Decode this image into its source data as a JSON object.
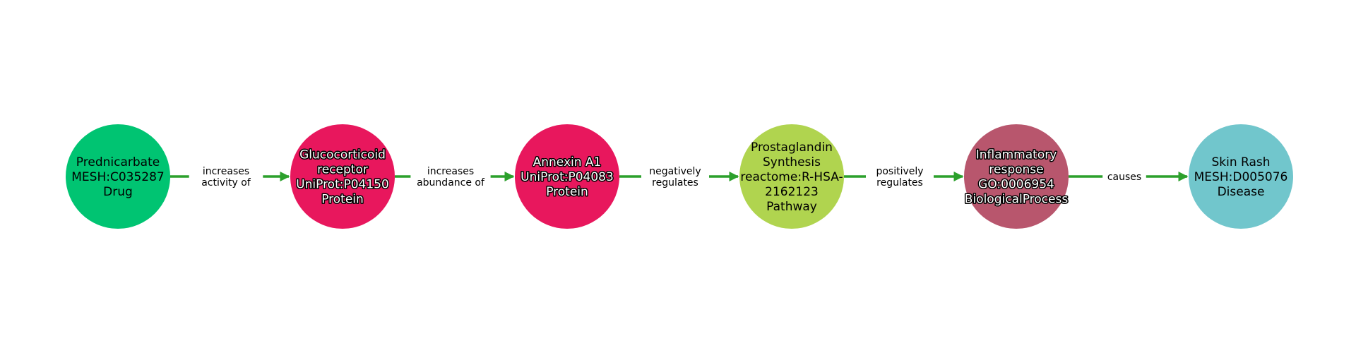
{
  "colors": {
    "edge": "#2ca02c",
    "label_background": "#ffffff"
  },
  "nodes": [
    {
      "id": "prednicarbate",
      "lines": [
        "Prednicarbate",
        "MESH:C035287",
        "Drug"
      ],
      "type": "Drug",
      "fill": "#00c472",
      "text_style": "plain"
    },
    {
      "id": "glucocorticoid-receptor",
      "lines": [
        "Glucocorticoid",
        "receptor",
        "UniProt:P04150",
        "Protein"
      ],
      "type": "Protein",
      "fill": "#e8175d",
      "text_style": "halo"
    },
    {
      "id": "annexin-a1",
      "lines": [
        "Annexin A1",
        "UniProt:P04083",
        "Protein"
      ],
      "type": "Protein",
      "fill": "#e8175d",
      "text_style": "halo"
    },
    {
      "id": "prostaglandin-synthesis",
      "lines": [
        "Prostaglandin",
        "Synthesis",
        "reactome:R-HSA-",
        "2162123",
        "Pathway"
      ],
      "type": "Pathway",
      "fill": "#b0d44f",
      "text_style": "plain"
    },
    {
      "id": "inflammatory-response",
      "lines": [
        "Inflammatory",
        "response",
        "GO:0006954",
        "BiologicalProcess"
      ],
      "type": "BiologicalProcess",
      "fill": "#b8566d",
      "text_style": "halo"
    },
    {
      "id": "skin-rash",
      "lines": [
        "Skin Rash",
        "MESH:D005076",
        "Disease"
      ],
      "type": "Disease",
      "fill": "#71c6cc",
      "text_style": "plain"
    }
  ],
  "edges": [
    {
      "source": "prednicarbate",
      "target": "glucocorticoid-receptor",
      "label_lines": [
        "increases",
        "activity of"
      ]
    },
    {
      "source": "glucocorticoid-receptor",
      "target": "annexin-a1",
      "label_lines": [
        "increases",
        "abundance of"
      ]
    },
    {
      "source": "annexin-a1",
      "target": "prostaglandin-synthesis",
      "label_lines": [
        "negatively",
        "regulates"
      ]
    },
    {
      "source": "prostaglandin-synthesis",
      "target": "inflammatory-response",
      "label_lines": [
        "positively",
        "regulates"
      ]
    },
    {
      "source": "inflammatory-response",
      "target": "skin-rash",
      "label_lines": [
        "causes"
      ]
    }
  ]
}
